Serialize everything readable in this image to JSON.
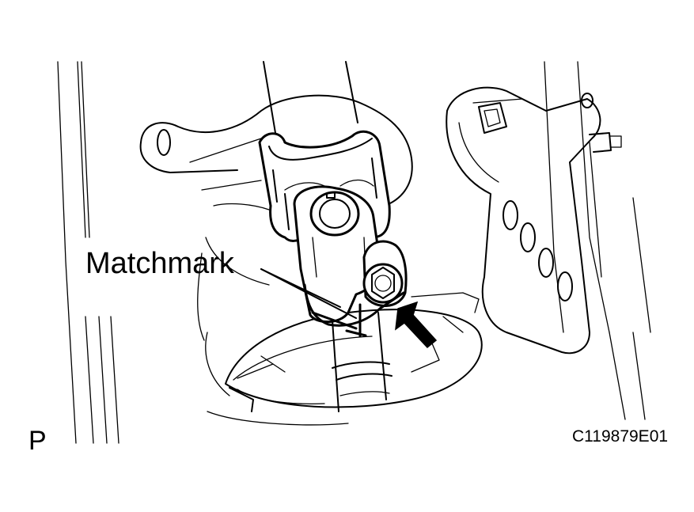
{
  "diagram": {
    "callout_label": "Matchmark",
    "view_letter": "P",
    "figure_code": "C119879E01"
  },
  "icons": {
    "pointer": "arrow-icon",
    "mark": "matchmark-icon"
  },
  "colors": {
    "ink": "#000000",
    "background": "#ffffff"
  }
}
